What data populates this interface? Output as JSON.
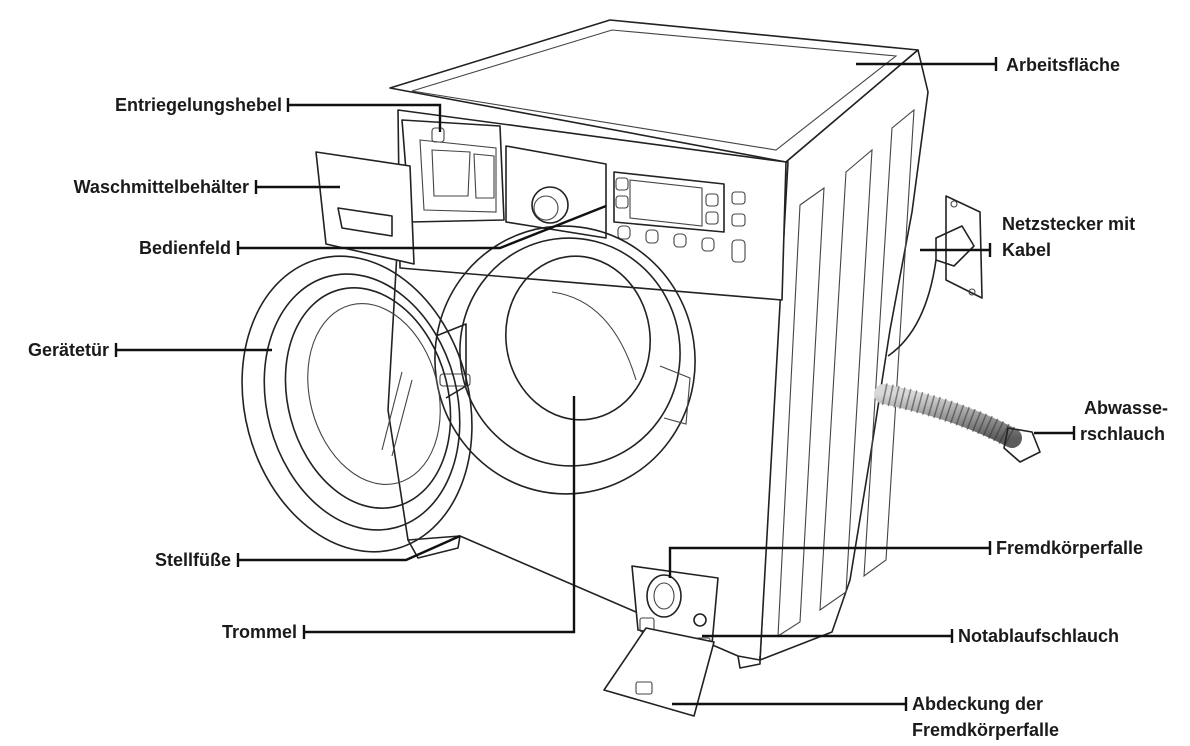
{
  "labels": {
    "arbeitsflaeche": "Arbeitsfläche",
    "entriegelungshebel": "Entriegelungshebel",
    "waschmittelbehaelter": "Waschmittelbehälter",
    "bedienfeld": "Bedienfeld",
    "netzstecker_1": "Netzstecker mit",
    "netzstecker_2": "Kabel",
    "geraetetuer": "Gerätetür",
    "abwasserschlauch_1": "Abwasse-",
    "abwasserschlauch_2": "rschlauch",
    "stellfuesse": "Stellfüße",
    "fremdkoerperfalle": "Fremdkörperfalle",
    "trommel": "Trommel",
    "notablaufschlauch": "Notablaufschlauch",
    "abdeckung_1": "Abdeckung der",
    "abdeckung_2": "Fremdkörperfalle"
  },
  "colors": {
    "line": "#111111",
    "text": "#1a1a1a",
    "background": "#ffffff"
  }
}
